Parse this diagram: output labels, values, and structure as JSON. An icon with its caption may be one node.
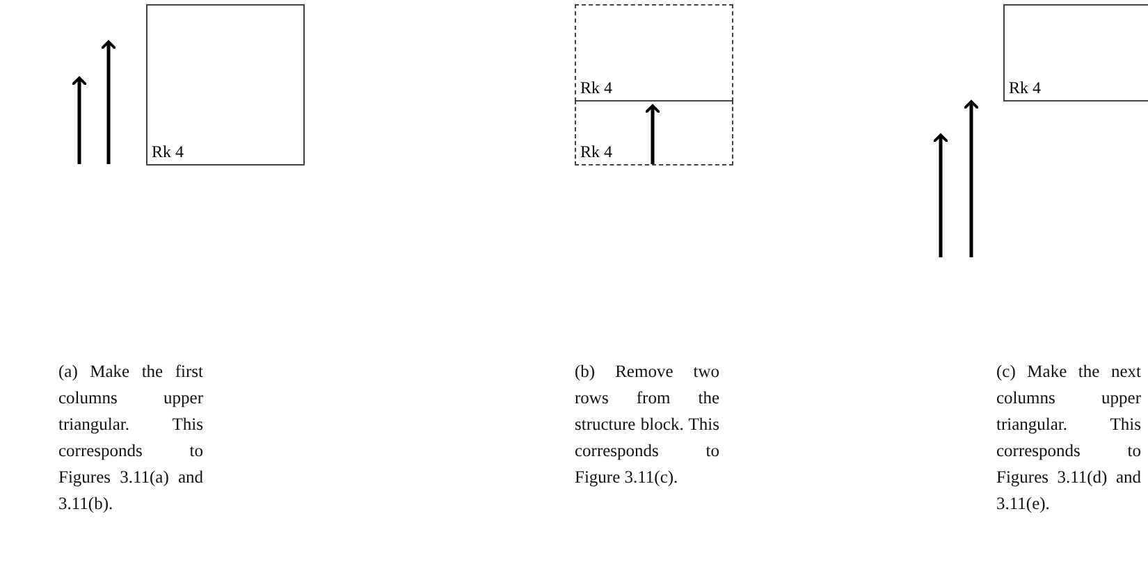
{
  "diagram": {
    "nodes": [
      {
        "text": [
          "Rk 4"
        ]
      },
      {
        "text": [
          "Rk 4"
        ]
      },
      {
        "text": [
          "Rk 4"
        ]
      },
      {
        "text": [
          "Rk 4"
        ]
      }
    ],
    "labels": [
      "(a) Make the first columns upper triangular. This corresponds to Figures 3.11(a) and 3.11(b).",
      "(b) Remove two rows from the structure block. This corresponds to Figure 3.11(c).",
      "(c) Make the next columns upper triangular. This corresponds to Figures 3.11(d) and 3.11(e)."
    ]
  }
}
